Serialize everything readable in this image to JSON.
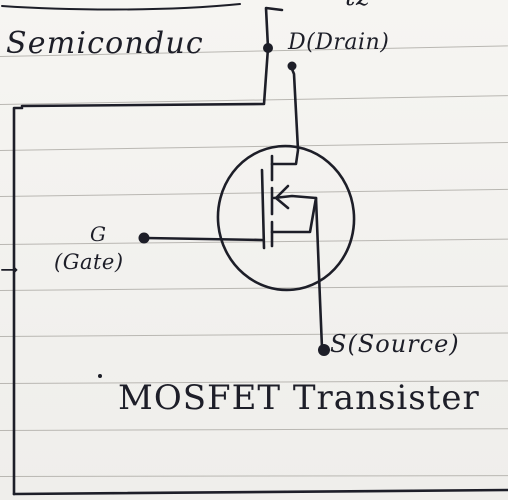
{
  "page": {
    "top_fragment": "tz",
    "line_text": "Semiconduc",
    "arrow_glyph": "→"
  },
  "diagram": {
    "drain_label": "D(Drain)",
    "gate_label": "G",
    "gate_sub_label": "(Gate)",
    "source_label": "S(Source)",
    "title": "MOSFET Transister"
  },
  "colors": {
    "ink": "#1d1e28",
    "paper": "#f2f1ef",
    "rule": "#b9b7b2"
  }
}
